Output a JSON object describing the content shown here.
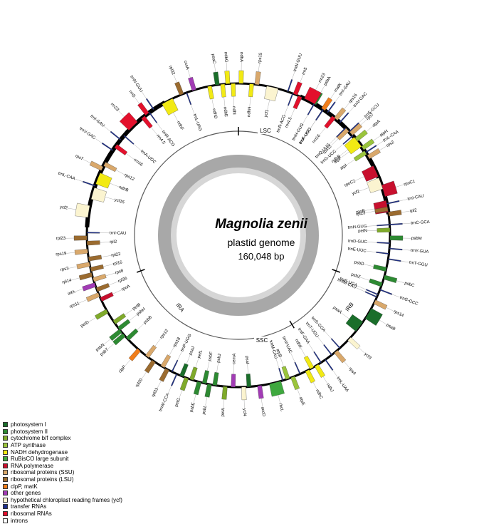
{
  "title": "Magnolia zenii",
  "subtitle": "plastid genome",
  "size_label": "160,048 bp",
  "regions": {
    "lsc": "LSC",
    "ssc": "SSC",
    "ira": "IRA",
    "irb": "IRB"
  },
  "colors": {
    "photosystem_i": "#1a6e2a",
    "photosystem_ii": "#2d8a32",
    "cytochrome": "#7faa2a",
    "atp": "#9ac43c",
    "ndh": "#f2ea14",
    "rubisco": "#3ea83e",
    "rna_pol": "#c8102e",
    "ssu": "#d9a86b",
    "lsu": "#9b6b2f",
    "clpp": "#f07d1a",
    "other": "#a23bb5",
    "ycf": "#fbf4d0",
    "trna": "#1c2e8c",
    "rrna": "#e3102c",
    "intron": "#ffffff"
  },
  "legend": [
    {
      "label": "photosystem I",
      "color": "#1a6e2a"
    },
    {
      "label": "photosystem II",
      "color": "#2d8a32"
    },
    {
      "label": "cytochrome b/f complex",
      "color": "#7faa2a"
    },
    {
      "label": "ATP synthase",
      "color": "#9ac43c"
    },
    {
      "label": "NADH dehydrogenase",
      "color": "#f2ea14"
    },
    {
      "label": "RuBisCO large subunit",
      "color": "#3ea83e"
    },
    {
      "label": "RNA polymerase",
      "color": "#c8102e"
    },
    {
      "label": "ribosomal proteins (SSU)",
      "color": "#d9a86b"
    },
    {
      "label": "ribosomal proteins (LSU)",
      "color": "#9b6b2f"
    },
    {
      "label": "clpP, matK",
      "color": "#f07d1a"
    },
    {
      "label": "other genes",
      "color": "#a23bb5"
    },
    {
      "label": "hypothetical chloroplast reading frames (ycf)",
      "color": "#fbf4d0"
    },
    {
      "label": "transfer RNAs",
      "color": "#1c2e8c"
    },
    {
      "label": "ribosomal RNAs",
      "color": "#e3102c"
    },
    {
      "label": "introns",
      "color": "#ffffff"
    }
  ],
  "genes": [
    {
      "name": "psbA",
      "a": 30
    },
    {
      "name": "trnH-GUG",
      "a": 30
    },
    {
      "name": "matK",
      "a": 34
    },
    {
      "name": "trnK-UUU",
      "a": 34
    },
    {
      "name": "rps16",
      "a": 40
    },
    {
      "name": "trnQ-UUG",
      "a": 45
    },
    {
      "name": "trnS-GCU",
      "a": 47
    },
    {
      "name": "trnG-UCC",
      "a": 49
    },
    {
      "name": "atpA",
      "a": 51
    },
    {
      "name": "atpF",
      "a": 53
    },
    {
      "name": "atpH",
      "a": 55
    },
    {
      "name": "atpI",
      "a": 57
    },
    {
      "name": "rps2",
      "a": 59
    },
    {
      "name": "rpoC2",
      "a": 65
    },
    {
      "name": "rpoC1",
      "a": 73
    },
    {
      "name": "rpoB",
      "a": 79
    },
    {
      "name": "trnC-GCA",
      "a": 86
    },
    {
      "name": "petN",
      "a": 88
    },
    {
      "name": "psbM",
      "a": 91
    },
    {
      "name": "trnD-GUC",
      "a": 93
    },
    {
      "name": "trnY-GUA",
      "a": 95
    },
    {
      "name": "trnE-UUC",
      "a": 97
    },
    {
      "name": "trnT-GGU",
      "a": 99
    },
    {
      "name": "psbD",
      "a": 103
    },
    {
      "name": "psbC",
      "a": 106
    },
    {
      "name": "psbZ",
      "a": 109
    },
    {
      "name": "trnG-GCC",
      "a": 111
    },
    {
      "name": "trnfM-CAU",
      "a": 114
    },
    {
      "name": "rps14",
      "a": 116
    },
    {
      "name": "trnS-UGA",
      "a": 113
    },
    {
      "name": "psaB",
      "a": 121
    },
    {
      "name": "psaA",
      "a": 127
    },
    {
      "name": "ycf3",
      "a": 133
    },
    {
      "name": "trnS-GGA",
      "a": 138
    },
    {
      "name": "rps4",
      "a": 140
    },
    {
      "name": "trnT-UGU",
      "a": 142
    },
    {
      "name": "trnL-UAA",
      "a": 145
    },
    {
      "name": "trnF-GAA",
      "a": 147
    },
    {
      "name": "ndhJ",
      "a": 149
    },
    {
      "name": "ndhK",
      "a": 151
    },
    {
      "name": "ndhC",
      "a": 153
    },
    {
      "name": "trnV-UAC",
      "a": 156
    },
    {
      "name": "atpE",
      "a": 159
    },
    {
      "name": "atpB",
      "a": 161
    },
    {
      "name": "rbcL",
      "a": 166
    },
    {
      "name": "trnM-CAU",
      "a": 163
    },
    {
      "name": "accD",
      "a": 172
    },
    {
      "name": "psaI",
      "a": 176
    },
    {
      "name": "ycf4",
      "a": 178
    },
    {
      "name": "cemA",
      "a": 182
    },
    {
      "name": "petA",
      "a": 185
    },
    {
      "name": "psbJ",
      "a": 189
    },
    {
      "name": "psbL",
      "a": 191
    },
    {
      "name": "psbF",
      "a": 193
    },
    {
      "name": "psbE",
      "a": 195
    },
    {
      "name": "petL",
      "a": 198
    },
    {
      "name": "petG",
      "a": 200
    },
    {
      "name": "psaJ",
      "a": 202
    },
    {
      "name": "trnW-CCA",
      "a": 204
    },
    {
      "name": "trnP-UGG",
      "a": 206
    },
    {
      "name": "rpl33",
      "a": 208
    },
    {
      "name": "rps18",
      "a": 210
    },
    {
      "name": "rpl20",
      "a": 214
    },
    {
      "name": "rps12",
      "a": 217
    },
    {
      "name": "clpP",
      "a": 221
    },
    {
      "name": "psbB",
      "a": 227
    },
    {
      "name": "psbT",
      "a": 229
    },
    {
      "name": "psbH",
      "a": 232
    },
    {
      "name": "psbN",
      "a": 231
    },
    {
      "name": "petB",
      "a": 235
    },
    {
      "name": "petD",
      "a": 240
    },
    {
      "name": "rpoA",
      "a": 245
    },
    {
      "name": "rps11",
      "a": 247
    },
    {
      "name": "rpl36",
      "a": 249
    },
    {
      "name": "infA",
      "a": 251
    },
    {
      "name": "rps8",
      "a": 253
    },
    {
      "name": "rpl14",
      "a": 255
    },
    {
      "name": "rpl16",
      "a": 257
    },
    {
      "name": "rps3",
      "a": 259
    },
    {
      "name": "rpl22",
      "a": 261
    },
    {
      "name": "rps19",
      "a": 264
    },
    {
      "name": "rpl2",
      "a": 267
    },
    {
      "name": "rpl23",
      "a": 269
    },
    {
      "name": "trnI-CAU",
      "a": 271
    },
    {
      "name": "ycf2",
      "a": 279
    },
    {
      "name": "ycf15",
      "a": 286
    },
    {
      "name": "trnL-CAA",
      "a": 289
    },
    {
      "name": "ndhB",
      "a": 292
    },
    {
      "name": "rps7",
      "a": 296
    },
    {
      "name": "rps12",
      "a": 298
    },
    {
      "name": "trnV-GAC",
      "a": 304
    },
    {
      "name": "rrn16",
      "a": 306
    },
    {
      "name": "trnI-GAU",
      "a": 309
    },
    {
      "name": "trnA-UGC",
      "a": 311
    },
    {
      "name": "rrn23",
      "a": 316
    },
    {
      "name": "rrn4.5",
      "a": 321
    },
    {
      "name": "rrn5",
      "a": 323
    },
    {
      "name": "trnR-ACG",
      "a": 324
    },
    {
      "name": "trnN-GUU",
      "a": 326
    },
    {
      "name": "ndhF",
      "a": 332
    },
    {
      "name": "rpl32",
      "a": 338
    },
    {
      "name": "trnL-UAG",
      "a": 340
    },
    {
      "name": "ccsA",
      "a": 343
    },
    {
      "name": "ndhD",
      "a": 349
    },
    {
      "name": "psaC",
      "a": 352
    },
    {
      "name": "ndhE",
      "a": 354
    },
    {
      "name": "ndhG",
      "a": 356
    },
    {
      "name": "ndhI",
      "a": 358
    },
    {
      "name": "ndhA",
      "a": 361
    },
    {
      "name": "ndhH",
      "a": 5
    },
    {
      "name": "rps15",
      "a": 7
    },
    {
      "name": "ycf1",
      "a": 13
    },
    {
      "name": "trnN-GUU",
      "a": 19
    },
    {
      "name": "trnR-ACG",
      "a": 21
    },
    {
      "name": "rrn5",
      "a": 22
    },
    {
      "name": "rrn4.5",
      "a": 24
    },
    {
      "name": "rrn23",
      "a": 28
    },
    {
      "name": "trnA-UGC",
      "a": 34
    },
    {
      "name": "trnI-GAU",
      "a": 36
    },
    {
      "name": "rrn16",
      "a": 39
    },
    {
      "name": "trnV-GAC",
      "a": 42
    },
    {
      "name": "rps12",
      "a": 46
    },
    {
      "name": "rps7",
      "a": 48
    },
    {
      "name": "ndhB",
      "a": 52
    },
    {
      "name": "trnL-CAA",
      "a": 57
    },
    {
      "name": "ycf2",
      "a": 70
    },
    {
      "name": "trnI-CAU",
      "a": 78
    },
    {
      "name": "rpl23",
      "a": 80
    },
    {
      "name": "rpl2",
      "a": 82
    },
    {
      "name": "trnH-GUG",
      "a": 86
    }
  ]
}
